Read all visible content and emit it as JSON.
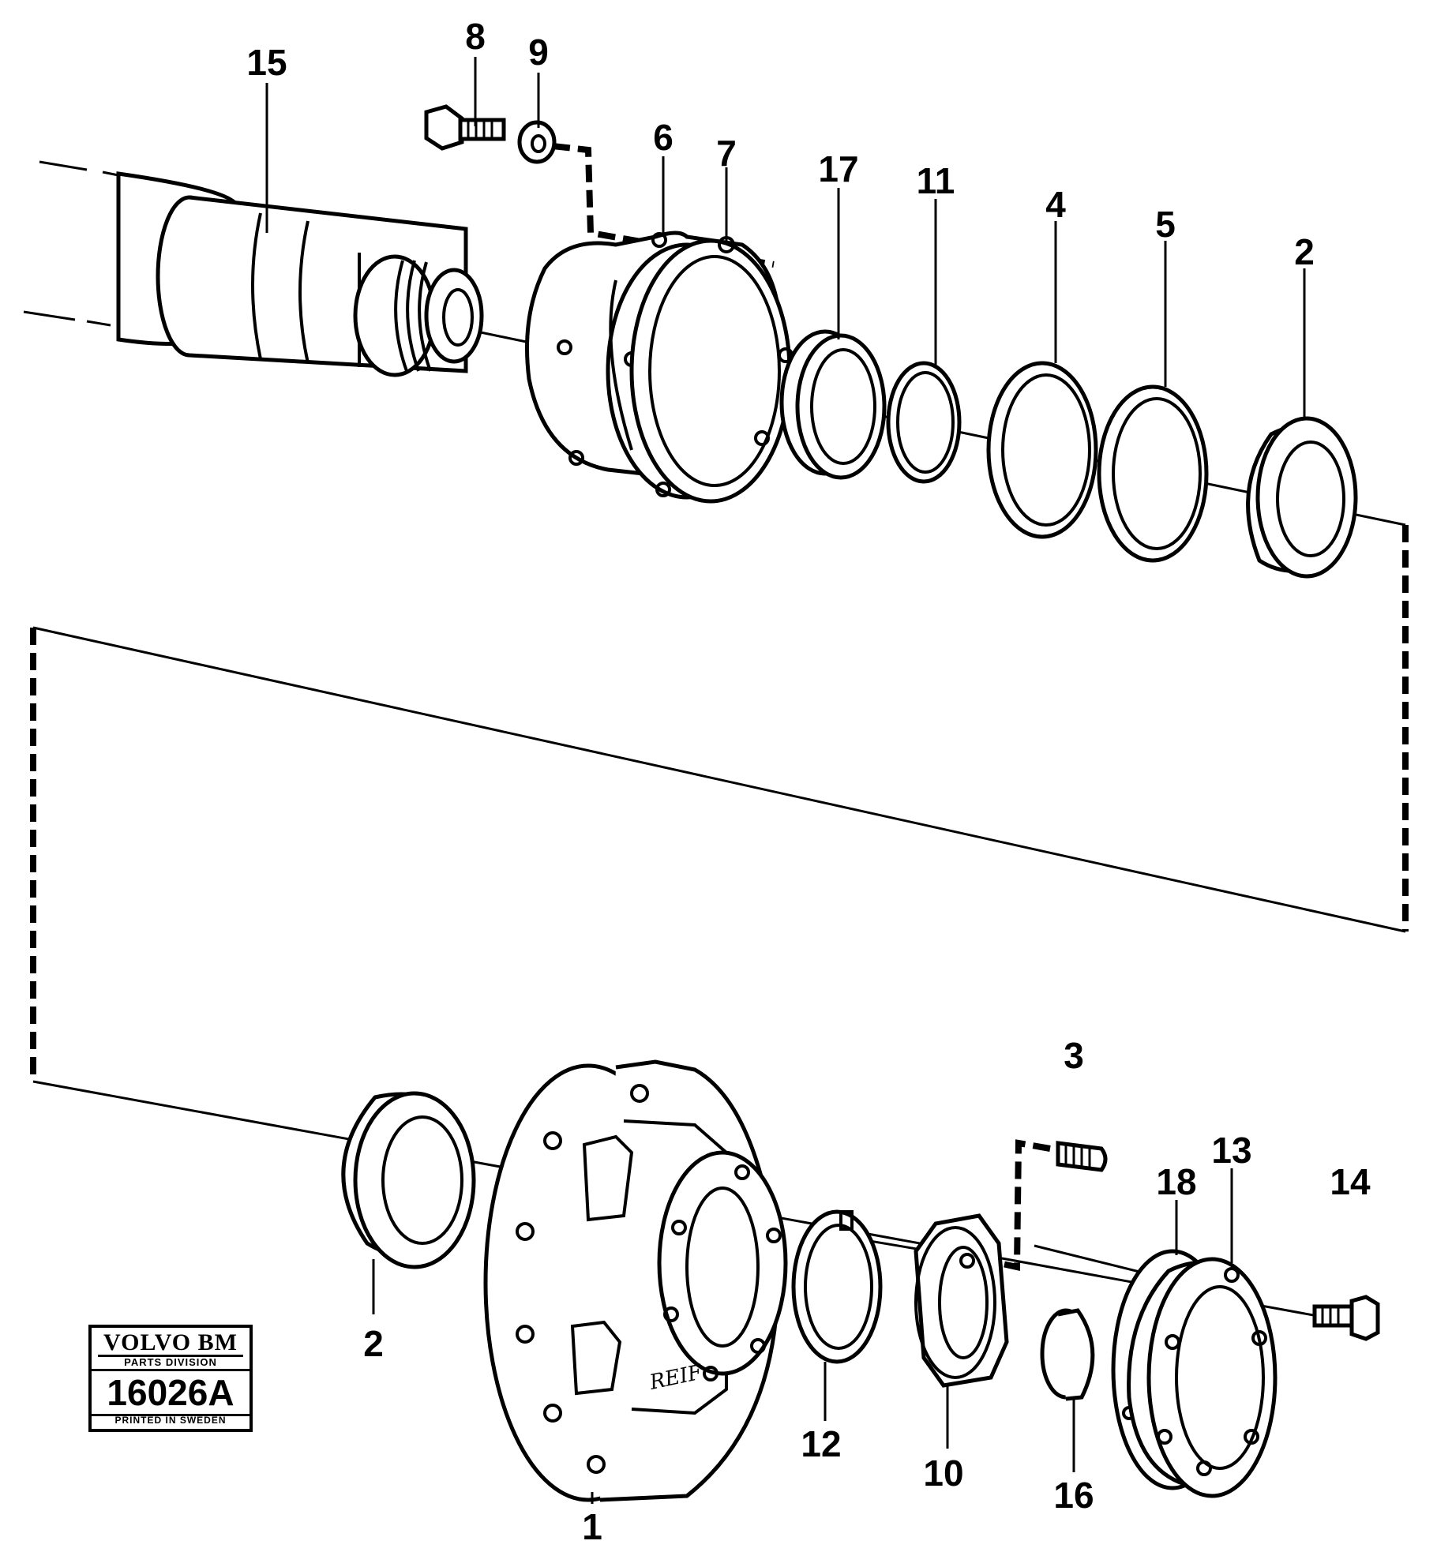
{
  "callouts": [
    {
      "id": "15",
      "text": "15"
    },
    {
      "id": "8",
      "text": "8"
    },
    {
      "id": "9",
      "text": "9"
    },
    {
      "id": "6",
      "text": "6"
    },
    {
      "id": "7",
      "text": "7"
    },
    {
      "id": "17",
      "text": "17"
    },
    {
      "id": "11",
      "text": "11"
    },
    {
      "id": "4",
      "text": "4"
    },
    {
      "id": "5",
      "text": "5"
    },
    {
      "id": "2a",
      "text": "2"
    },
    {
      "id": "3",
      "text": "3"
    },
    {
      "id": "13",
      "text": "13"
    },
    {
      "id": "18",
      "text": "18"
    },
    {
      "id": "14",
      "text": "14"
    },
    {
      "id": "2b",
      "text": "2"
    },
    {
      "id": "12",
      "text": "12"
    },
    {
      "id": "10",
      "text": "10"
    },
    {
      "id": "16",
      "text": "16"
    },
    {
      "id": "1",
      "text": "1"
    }
  ],
  "logo": {
    "brand": "VOLVO BM",
    "division": "PARTS DIVISION",
    "code": "16026A",
    "printed": "PRINTED IN SWEDEN"
  },
  "signature": "REIF"
}
